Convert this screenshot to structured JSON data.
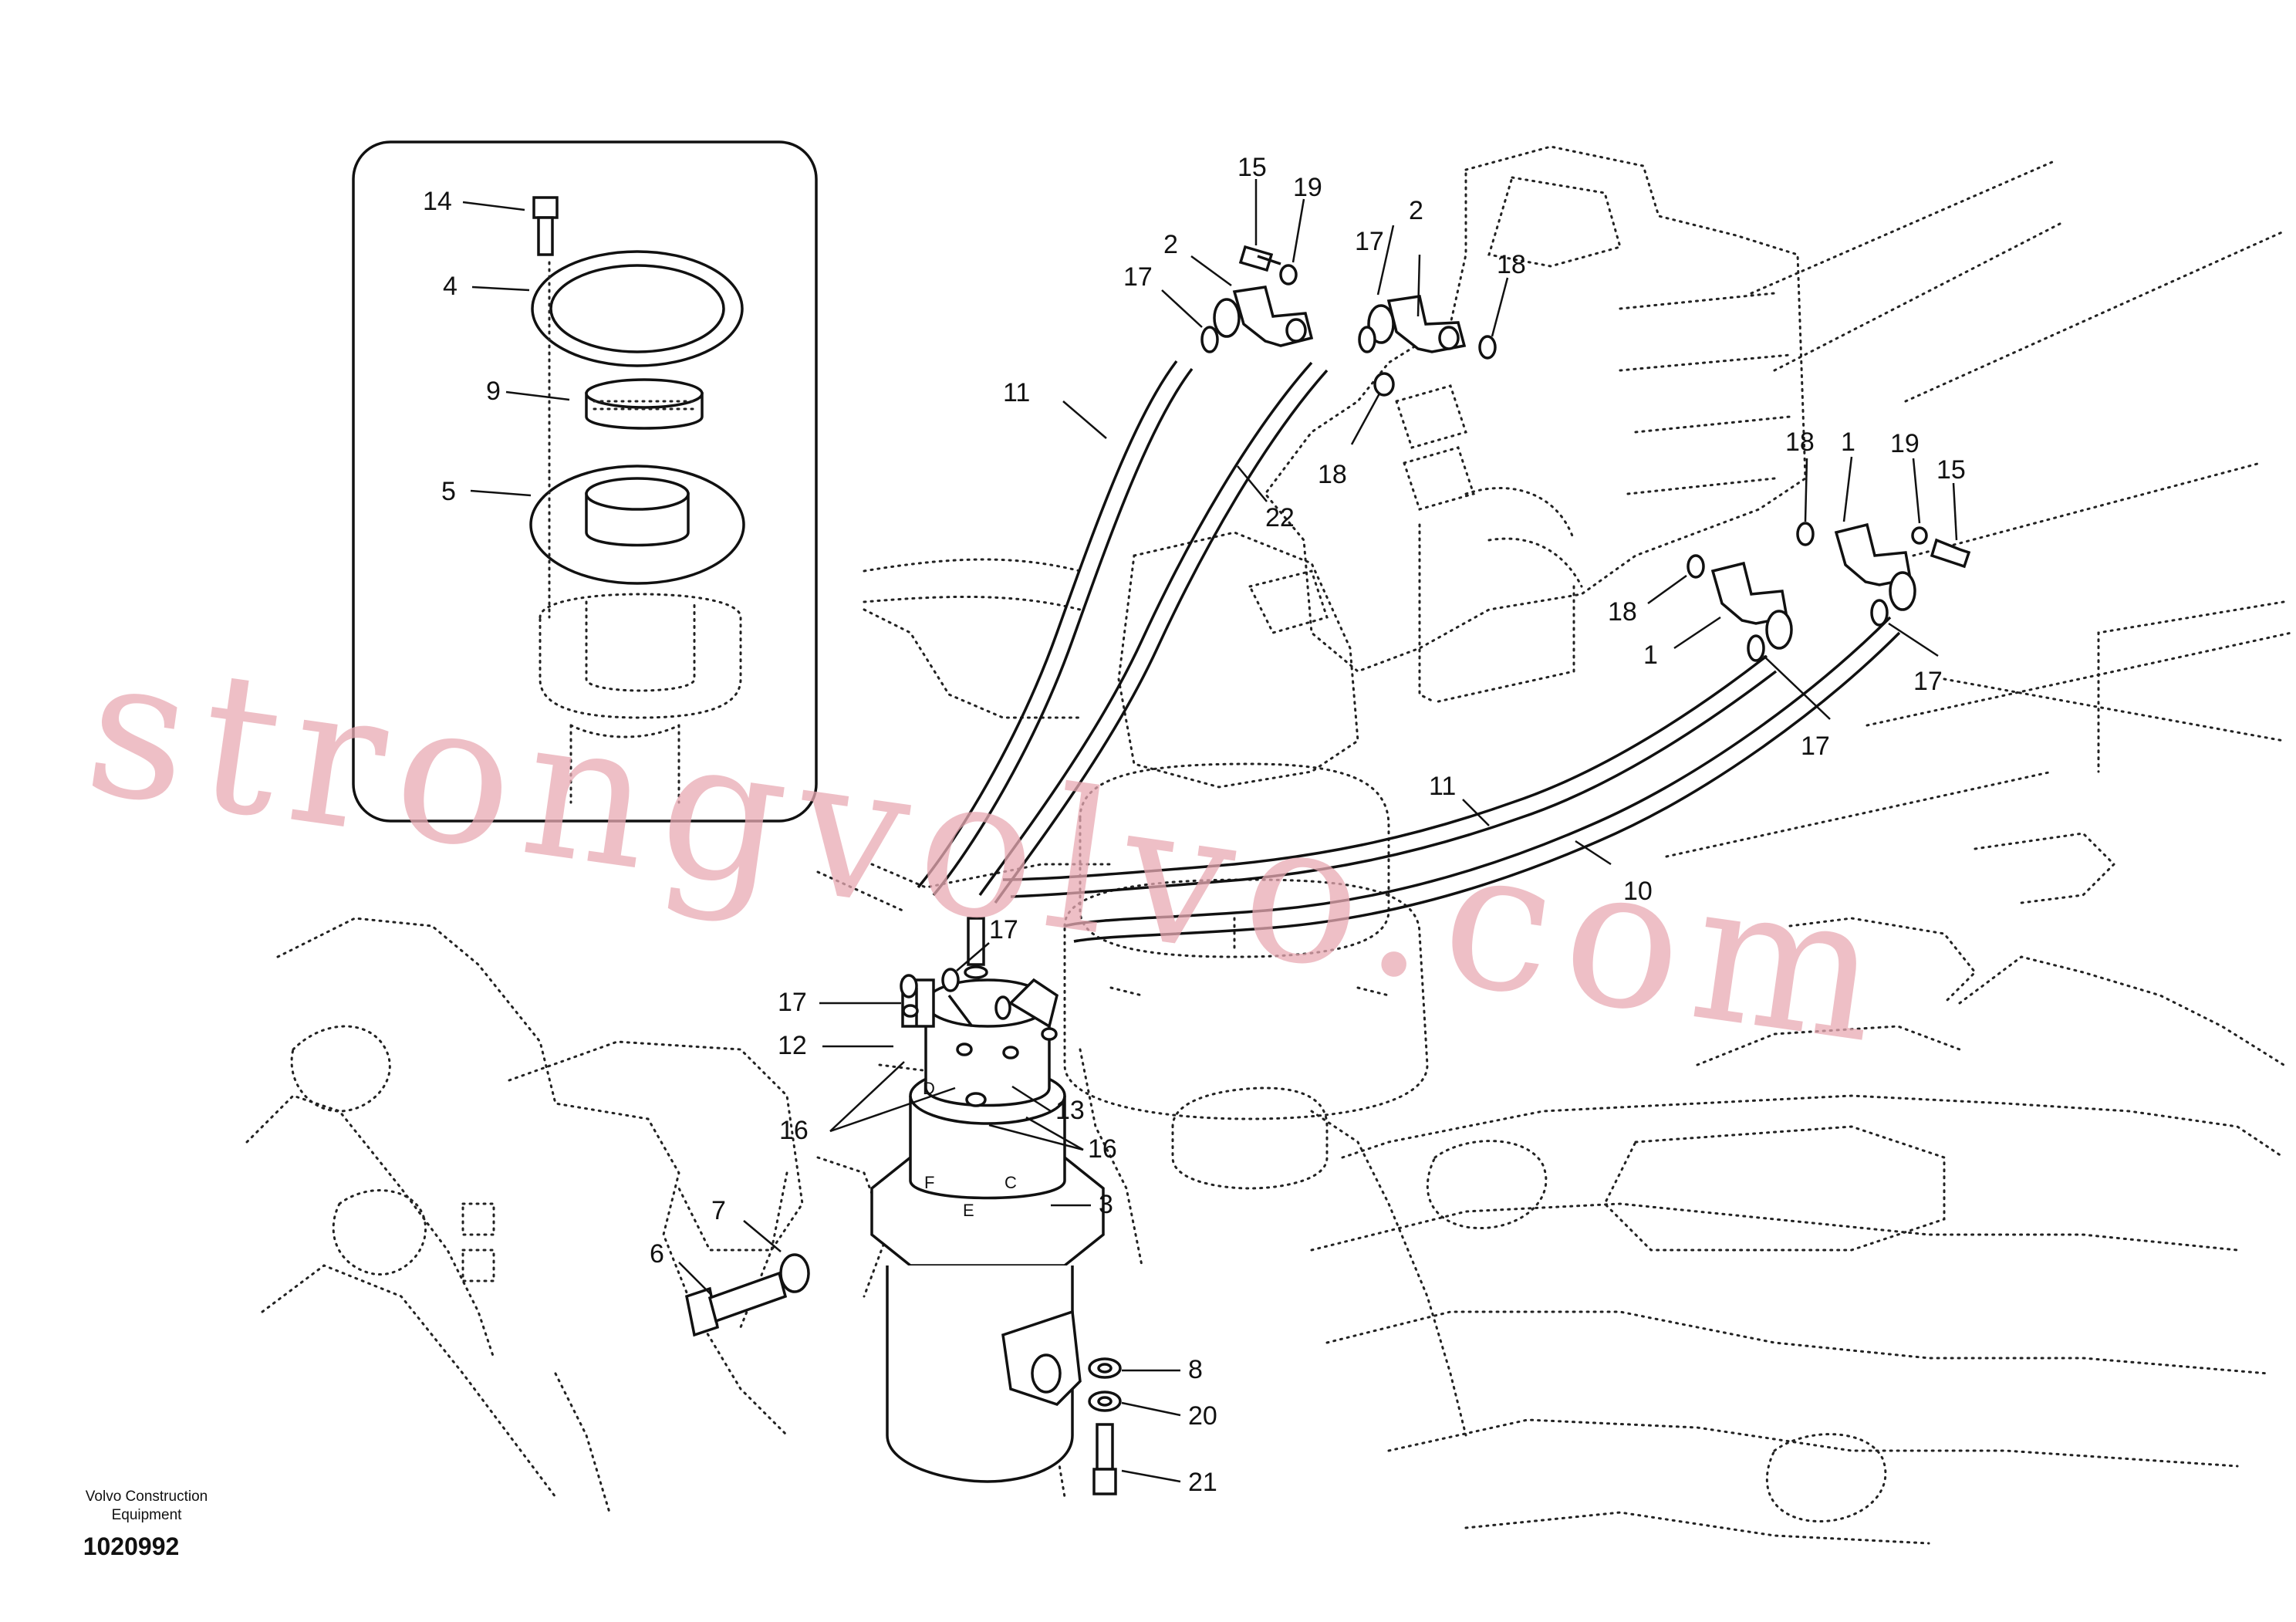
{
  "footer": {
    "company_line1": "Volvo Construction",
    "company_line2": "Equipment",
    "drawing_number": "1020992"
  },
  "watermark": "strongvolvo.com",
  "callouts": {
    "inset": {
      "c14": "14",
      "c4": "4",
      "c9": "9",
      "c5": "5"
    },
    "main": {
      "c15a": "15",
      "c19a": "19",
      "c2a": "2",
      "c2b": "2",
      "c17a": "17",
      "c17b": "17",
      "c18a": "18",
      "c11a": "11",
      "c22": "22",
      "c18b": "18",
      "c18c": "18",
      "c1a": "1",
      "c19b": "19",
      "c15b": "15",
      "c18d": "18",
      "c1b": "1",
      "c17c": "17",
      "c17d": "17",
      "c11b": "11",
      "c10": "10",
      "c17e": "17",
      "c17f": "17",
      "c12": "12",
      "c13": "13",
      "c16a": "16",
      "c16b": "16",
      "c3": "3",
      "c7": "7",
      "c6": "6",
      "c8": "8",
      "c20": "20",
      "c21": "21"
    },
    "port_letters": {
      "d": "D",
      "f": "F",
      "e": "E",
      "c": "C"
    }
  }
}
